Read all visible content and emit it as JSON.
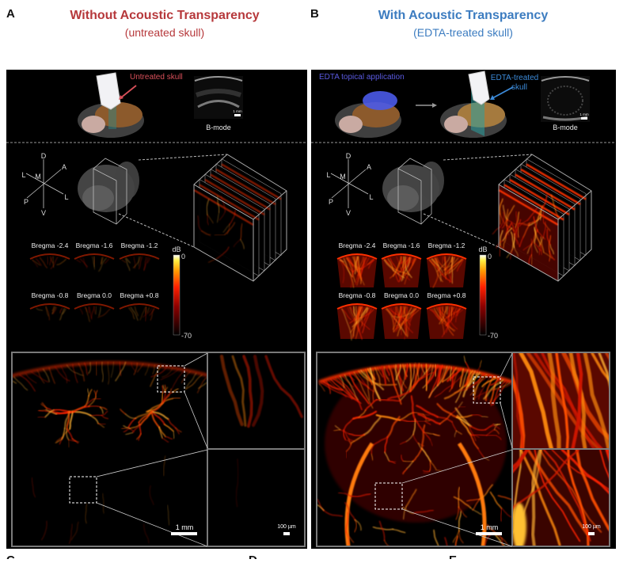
{
  "colors": {
    "untreated": "#b6383b",
    "treated": "#3c7cc0",
    "skull_label_red": "#d9505a",
    "edta_blue": "#5a5ae0"
  },
  "panel_a": {
    "letter": "A",
    "title": "Without Acoustic Transparency",
    "subtitle": "(untreated skull)",
    "skull_label": "Untreated skull",
    "bmode_label": "B-mode",
    "bmode_scale": "1 mm",
    "axes": {
      "dorsal": "D",
      "anterior": "A",
      "lateral_left": "L",
      "medial": "M",
      "lateral_right": "L",
      "posterior": "P",
      "ventral": "V"
    },
    "bregma": [
      "Bregma -2.4",
      "Bregma -1.6",
      "Bregma -1.2",
      "Bregma -0.8",
      "Bregma 0.0",
      "Bregma +0.8"
    ],
    "colorbar": {
      "unit": "dB",
      "max": "0",
      "min": "-70"
    },
    "scale_main": "1 mm",
    "scale_inset": "100 µm"
  },
  "panel_b": {
    "letter": "B",
    "title": "With Acoustic Transparency",
    "subtitle": "(EDTA-treated skull)",
    "application_label": "EDTA topical application",
    "skull_label_line1": "EDTA-treated",
    "skull_label_line2": "skull",
    "bmode_label": "B-mode",
    "bmode_scale": "1 mm",
    "axes": {
      "dorsal": "D",
      "anterior": "A",
      "lateral_left": "L",
      "medial": "M",
      "lateral_right": "L",
      "posterior": "P",
      "ventral": "V"
    },
    "bregma": [
      "Bregma -2.4",
      "Bregma -1.6",
      "Bregma -1.2",
      "Bregma -0.8",
      "Bregma 0.0",
      "Bregma +0.8"
    ],
    "colorbar": {
      "unit": "dB",
      "max": "0",
      "min": "-70"
    },
    "scale_main": "1 mm",
    "scale_inset": "100 µm"
  },
  "next_panels": [
    "C",
    "D",
    "E"
  ]
}
